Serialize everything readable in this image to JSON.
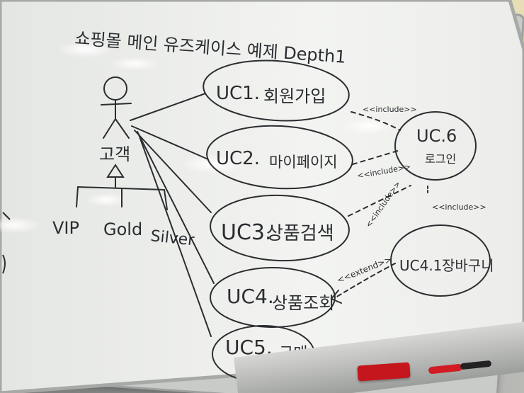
{
  "board": {
    "title": "쇼핑몰 메인 유즈케이스 예제 Depth1",
    "actor": {
      "name": "고객",
      "subtypes": [
        "VIP",
        "Gold",
        "Silver"
      ]
    },
    "use_cases": [
      {
        "id": "UC1.",
        "label": "회원가입"
      },
      {
        "id": "UC2.",
        "label": "마이페이지"
      },
      {
        "id": "UC3.",
        "label": "상품검색"
      },
      {
        "id": "UC4.",
        "label": "상품조회"
      },
      {
        "id": "UC5.",
        "label": "구매"
      },
      {
        "id": "UC.6",
        "label": "로그인"
      },
      {
        "id": "UC4.1",
        "label": "장바구니"
      }
    ],
    "relations": {
      "include_1": "<<include>>",
      "include_2": "<<include>>",
      "include_3": "<<include>>",
      "include_4": "<<include>>",
      "extend": "<<extend>>"
    }
  },
  "colors": {
    "ink": "#2b2d31",
    "board": "#f1f2ef",
    "eraser": "#c4161c"
  }
}
